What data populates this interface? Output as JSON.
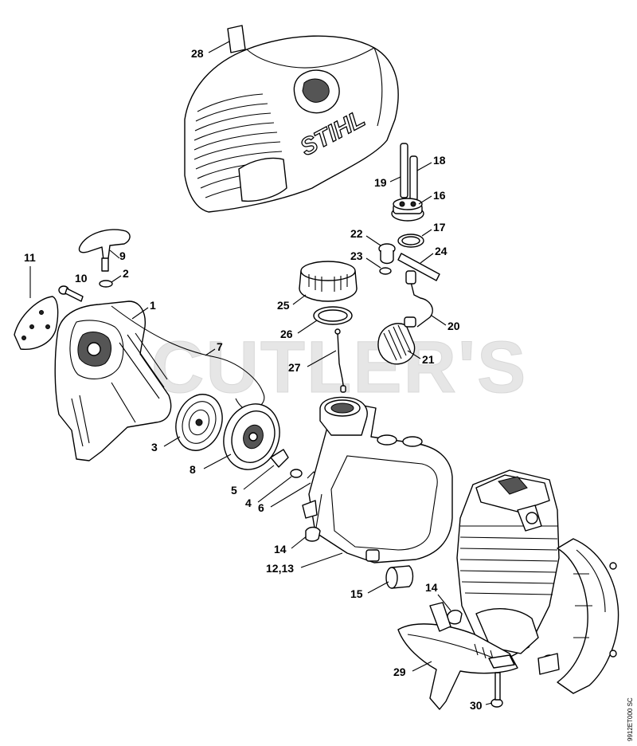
{
  "watermark": "CUTLER'S",
  "brand_mark": "STIHL",
  "drawing_code": "9912ET000 SC",
  "callouts": [
    {
      "id": "28",
      "label": "28"
    },
    {
      "id": "19",
      "label": "19"
    },
    {
      "id": "18",
      "label": "18"
    },
    {
      "id": "16",
      "label": "16"
    },
    {
      "id": "17",
      "label": "17"
    },
    {
      "id": "22",
      "label": "22"
    },
    {
      "id": "23",
      "label": "23"
    },
    {
      "id": "24",
      "label": "24"
    },
    {
      "id": "25",
      "label": "25"
    },
    {
      "id": "26",
      "label": "26"
    },
    {
      "id": "20",
      "label": "20"
    },
    {
      "id": "21",
      "label": "21"
    },
    {
      "id": "27",
      "label": "27"
    },
    {
      "id": "11",
      "label": "11"
    },
    {
      "id": "9",
      "label": "9"
    },
    {
      "id": "10",
      "label": "10"
    },
    {
      "id": "2",
      "label": "2"
    },
    {
      "id": "1",
      "label": "1"
    },
    {
      "id": "7",
      "label": "7"
    },
    {
      "id": "3",
      "label": "3"
    },
    {
      "id": "8",
      "label": "8"
    },
    {
      "id": "5",
      "label": "5"
    },
    {
      "id": "4",
      "label": "4"
    },
    {
      "id": "6",
      "label": "6"
    },
    {
      "id": "14a",
      "label": "14"
    },
    {
      "id": "12-13",
      "label": "12,13"
    },
    {
      "id": "15",
      "label": "15"
    },
    {
      "id": "14b",
      "label": "14"
    },
    {
      "id": "29",
      "label": "29"
    },
    {
      "id": "30",
      "label": "30"
    }
  ]
}
